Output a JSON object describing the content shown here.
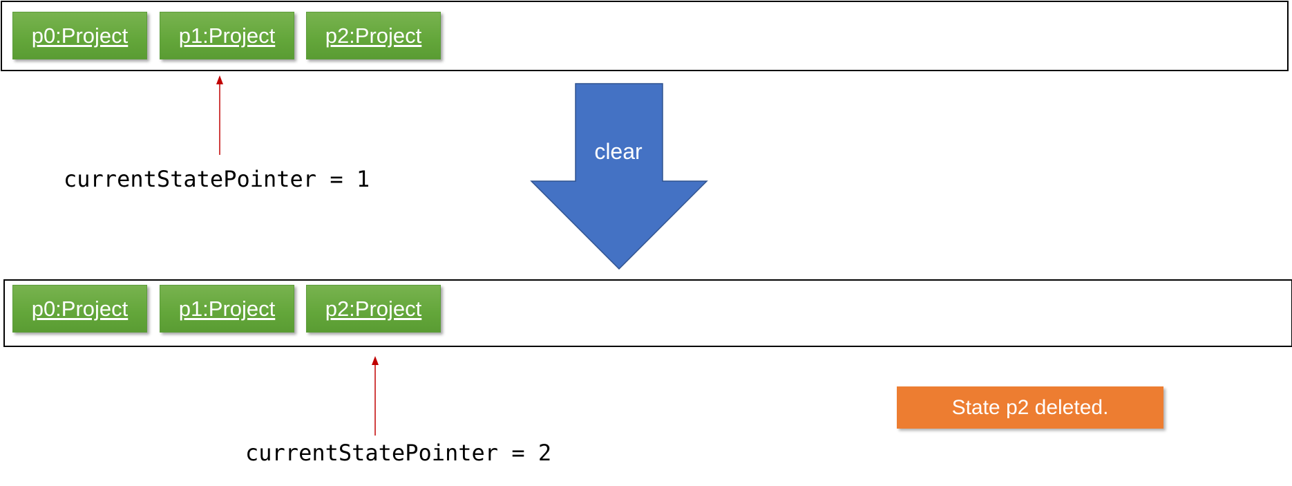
{
  "before": {
    "states": [
      "p0:Project",
      "p1:Project",
      "p2:Project"
    ],
    "pointer_label": "currentStatePointer = 1"
  },
  "command": "clear",
  "after": {
    "states": [
      "p0:Project",
      "p1:Project",
      "p2:Project"
    ],
    "pointer_label": "currentStatePointer = 2"
  },
  "note": "State p2 deleted.",
  "colors": {
    "state_box": "#70ad47",
    "command_arrow": "#4472c4",
    "pointer_arrow": "#c00000",
    "note": "#ed7d31"
  }
}
